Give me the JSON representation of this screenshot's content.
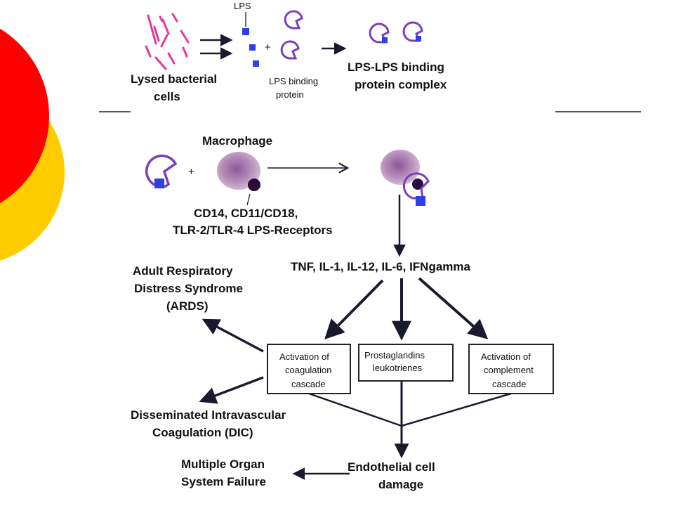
{
  "top": {
    "lps_label": "LPS",
    "lysed_line1": "Lysed bacterial",
    "lysed_line2": "cells",
    "plus": "+",
    "lbp_line1": "LPS binding",
    "lbp_line2": "protein",
    "complex_line1": "LPS-LPS binding",
    "complex_line2": "protein complex"
  },
  "middle": {
    "macrophage_label": "Macrophage",
    "plus": "+",
    "receptors_line1": "CD14, CD11/CD18,",
    "receptors_line2": "TLR-2/TLR-4 LPS-Receptors",
    "cytokines": "TNF, IL-1, IL-12, IL-6, IFNgamma"
  },
  "boxes": {
    "coag_line1": "Activation of",
    "coag_line2": "coagulation",
    "coag_line3": "cascade",
    "prosta_line1": "Prostaglandins",
    "prosta_line2": "leukotrienes",
    "comp_line1": "Activation of",
    "comp_line2": "complement",
    "comp_line3": "cascade"
  },
  "outcomes": {
    "ards_line1": "Adult Respiratory",
    "ards_line2": "Distress Syndrome",
    "ards_line3": "(ARDS)",
    "dic_line1": "Disseminated Intravascular",
    "dic_line2": "Coagulation (DIC)",
    "mosf_line1": "Multiple Organ",
    "mosf_line2": "System Failure",
    "endo_line1": "Endothelial cell",
    "endo_line2": "damage"
  },
  "colors": {
    "red_circle": "#ff0000",
    "yellow_circle": "#ffcc00",
    "magenta_fragments": "#e8379a",
    "lps_blue": "#2f3fe6",
    "protein_purple": "#7a3fbf",
    "macrophage_fill": "#b88ab8",
    "receptor_dark": "#2a0a3a"
  }
}
